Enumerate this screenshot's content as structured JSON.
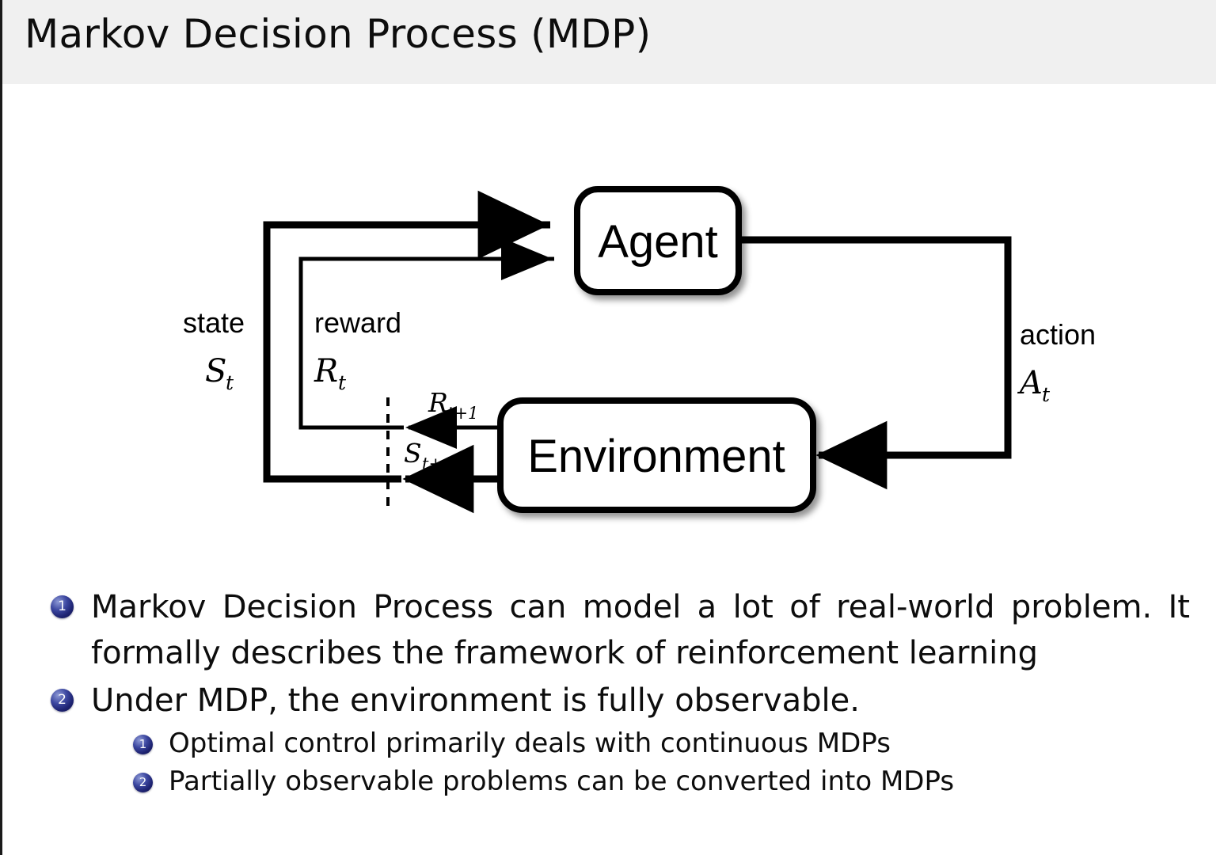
{
  "slide": {
    "title": "Markov Decision Process (MDP)",
    "header_bg": "#f0f0f0",
    "body_bg": "#ffffff",
    "accent": "#1d2270"
  },
  "diagram": {
    "name": "agent-environment-interaction-loop",
    "nodes": {
      "agent": "Agent",
      "environment": "Environment"
    },
    "edge_labels": {
      "state_word": "state",
      "state_symbol": "S",
      "state_symbol_sub": "t",
      "reward_word": "reward",
      "reward_symbol": "R",
      "reward_symbol_sub": "t",
      "action_word": "action",
      "action_symbol": "A",
      "action_symbol_sub": "t",
      "next_reward_symbol": "R",
      "next_reward_sub": "t+1",
      "next_state_symbol": "S",
      "next_state_sub": "t+1"
    }
  },
  "bullets": [
    {
      "level": 1,
      "number": "1",
      "text": "Markov Decision Process can model a lot of real-world problem. It formally describes the framework of reinforcement learning"
    },
    {
      "level": 1,
      "number": "2",
      "text": "Under MDP, the environment is fully observable."
    },
    {
      "level": 2,
      "number": "1",
      "text": "Optimal control primarily deals with continuous MDPs"
    },
    {
      "level": 2,
      "number": "2",
      "text": "Partially observable problems can be converted into MDPs"
    }
  ]
}
